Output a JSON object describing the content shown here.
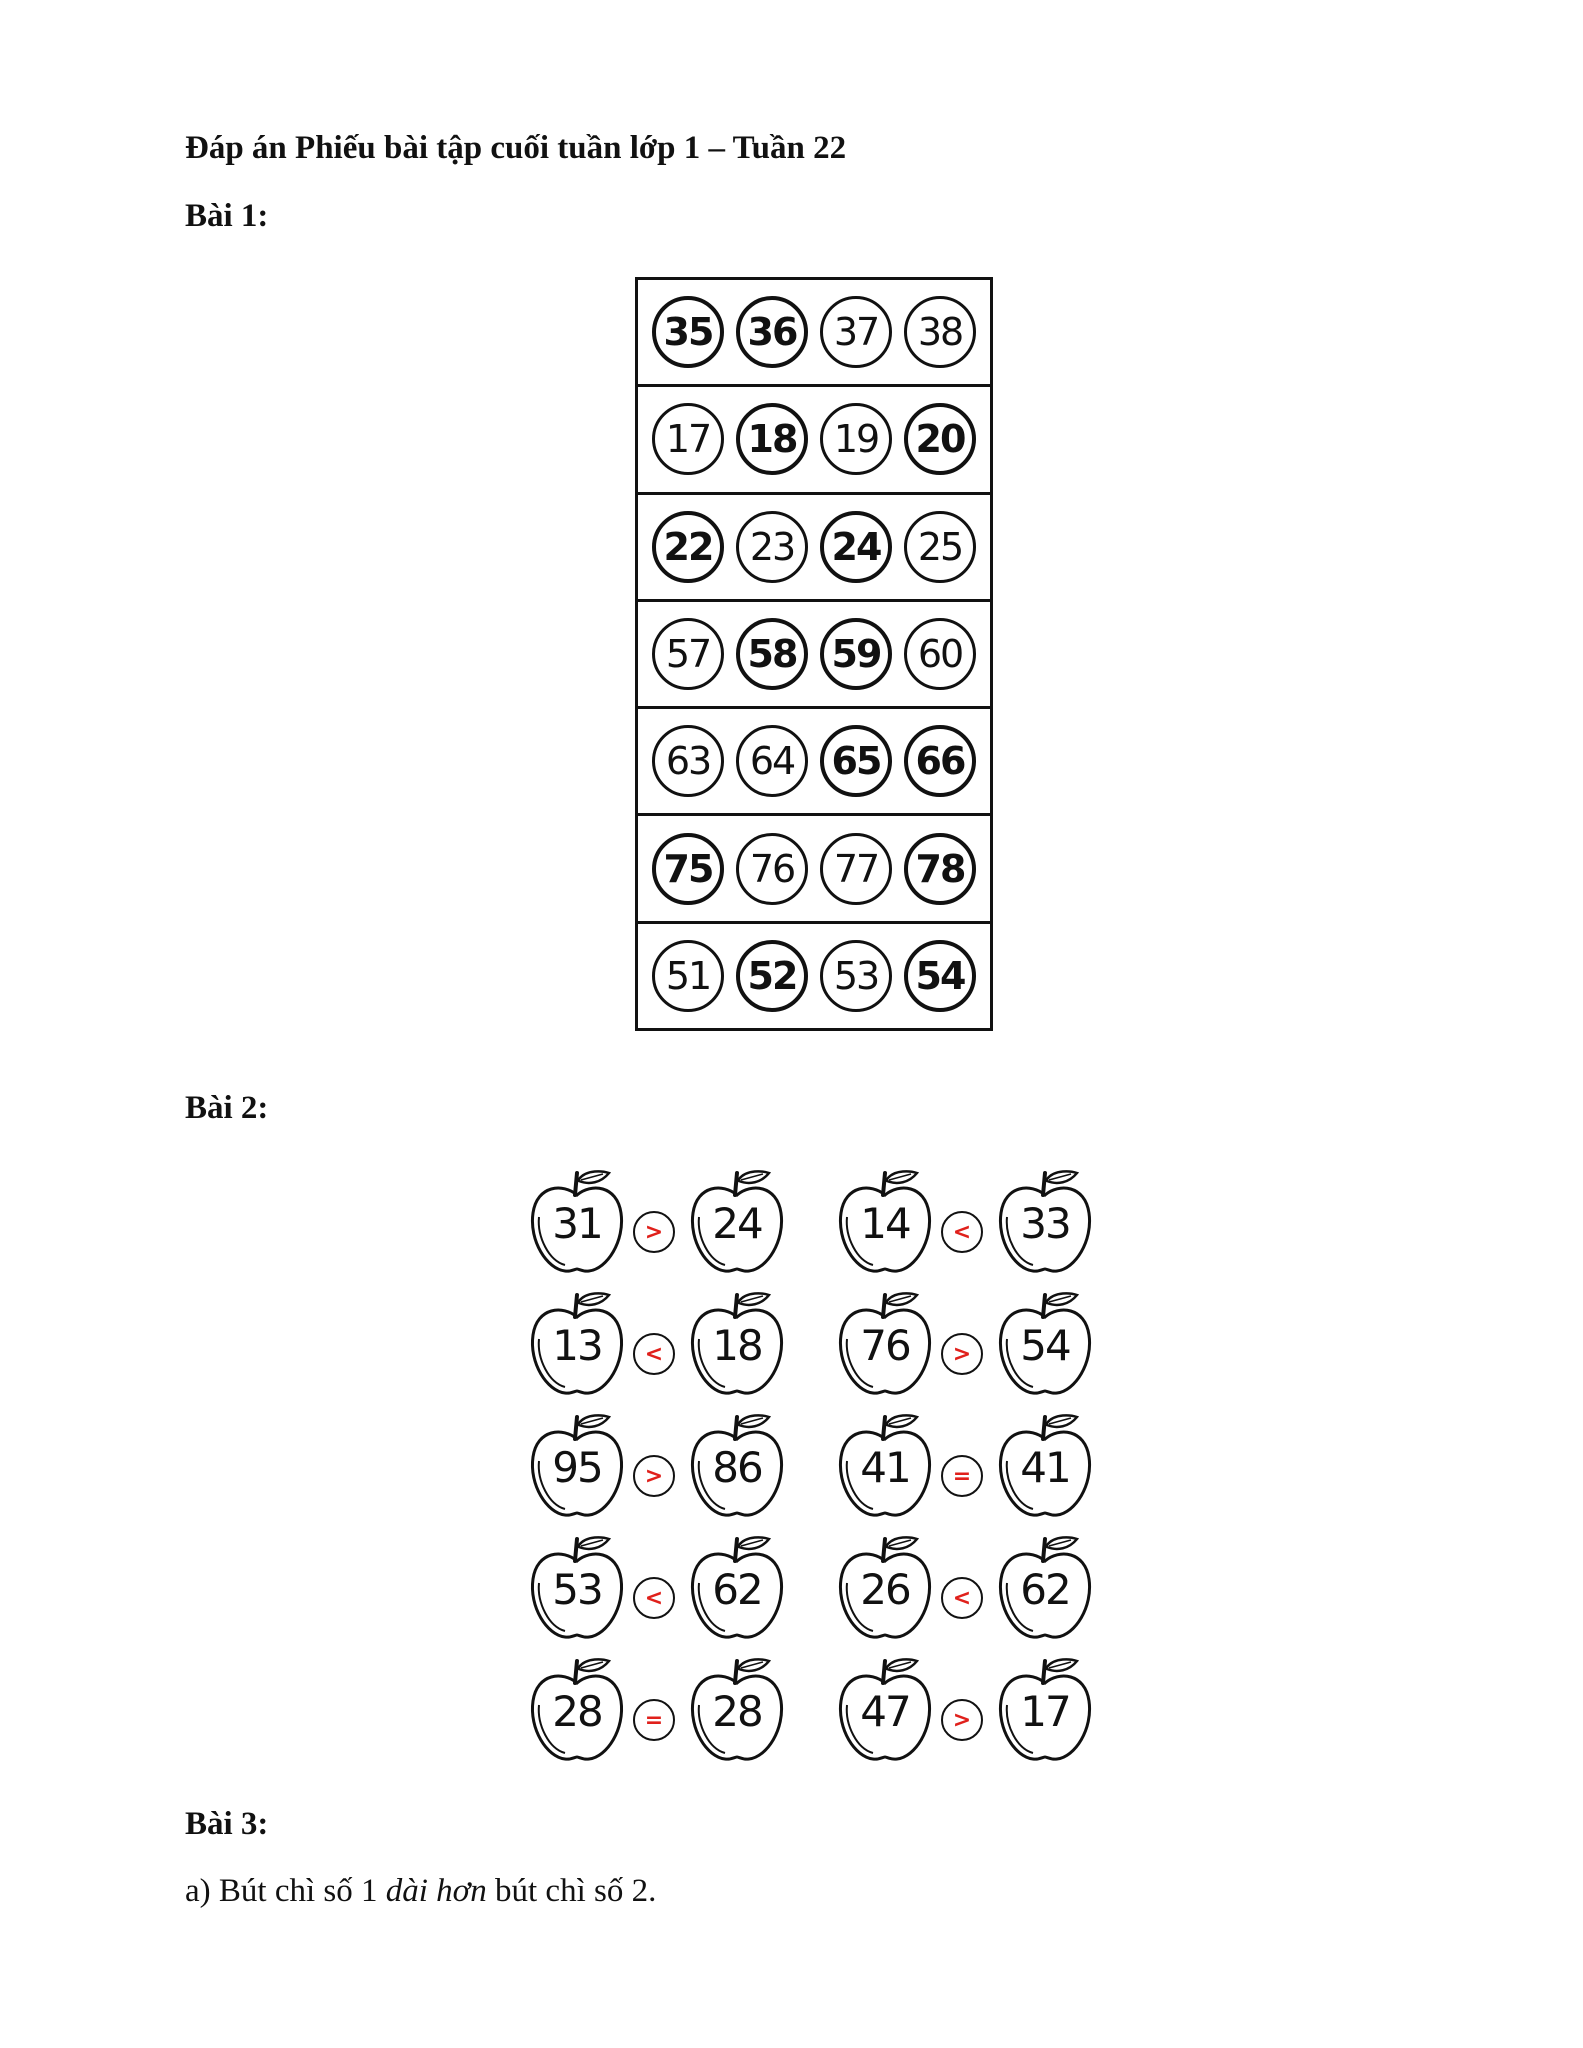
{
  "title": "Đáp án Phiếu bài tập cuối tuần lớp 1 – Tuần 22",
  "bai1": {
    "label": "Bài 1:",
    "rows": [
      [
        "35",
        "36",
        "37",
        "38"
      ],
      [
        "17",
        "18",
        "19",
        "20"
      ],
      [
        "22",
        "23",
        "24",
        "25"
      ],
      [
        "57",
        "58",
        "59",
        "60"
      ],
      [
        "63",
        "64",
        "65",
        "66"
      ],
      [
        "75",
        "76",
        "77",
        "78"
      ],
      [
        "51",
        "52",
        "53",
        "54"
      ]
    ],
    "circled": [
      [
        "35",
        "36"
      ],
      [
        "18",
        "20"
      ],
      [
        "22",
        "24"
      ],
      [
        "58",
        "59"
      ],
      [
        "65",
        "66"
      ],
      [
        "75",
        "78"
      ],
      [
        "52",
        "54"
      ]
    ]
  },
  "bai2": {
    "label": "Bài 2:",
    "pairs": [
      {
        "a": "31",
        "sign": ">",
        "b": "24"
      },
      {
        "a": "14",
        "sign": "<",
        "b": "33"
      },
      {
        "a": "13",
        "sign": "<",
        "b": "18"
      },
      {
        "a": "76",
        "sign": ">",
        "b": "54"
      },
      {
        "a": "95",
        "sign": ">",
        "b": "86"
      },
      {
        "a": "41",
        "sign": "=",
        "b": "41"
      },
      {
        "a": "53",
        "sign": "<",
        "b": "62"
      },
      {
        "a": "26",
        "sign": "<",
        "b": "62"
      },
      {
        "a": "28",
        "sign": "=",
        "b": "28"
      },
      {
        "a": "47",
        "sign": ">",
        "b": "17"
      }
    ]
  },
  "bai3": {
    "label": "Bài 3:",
    "line_a_pre": "a) Bút chì số 1 ",
    "line_a_em": "dài hơn",
    "line_a_post": " bút chì số 2."
  }
}
